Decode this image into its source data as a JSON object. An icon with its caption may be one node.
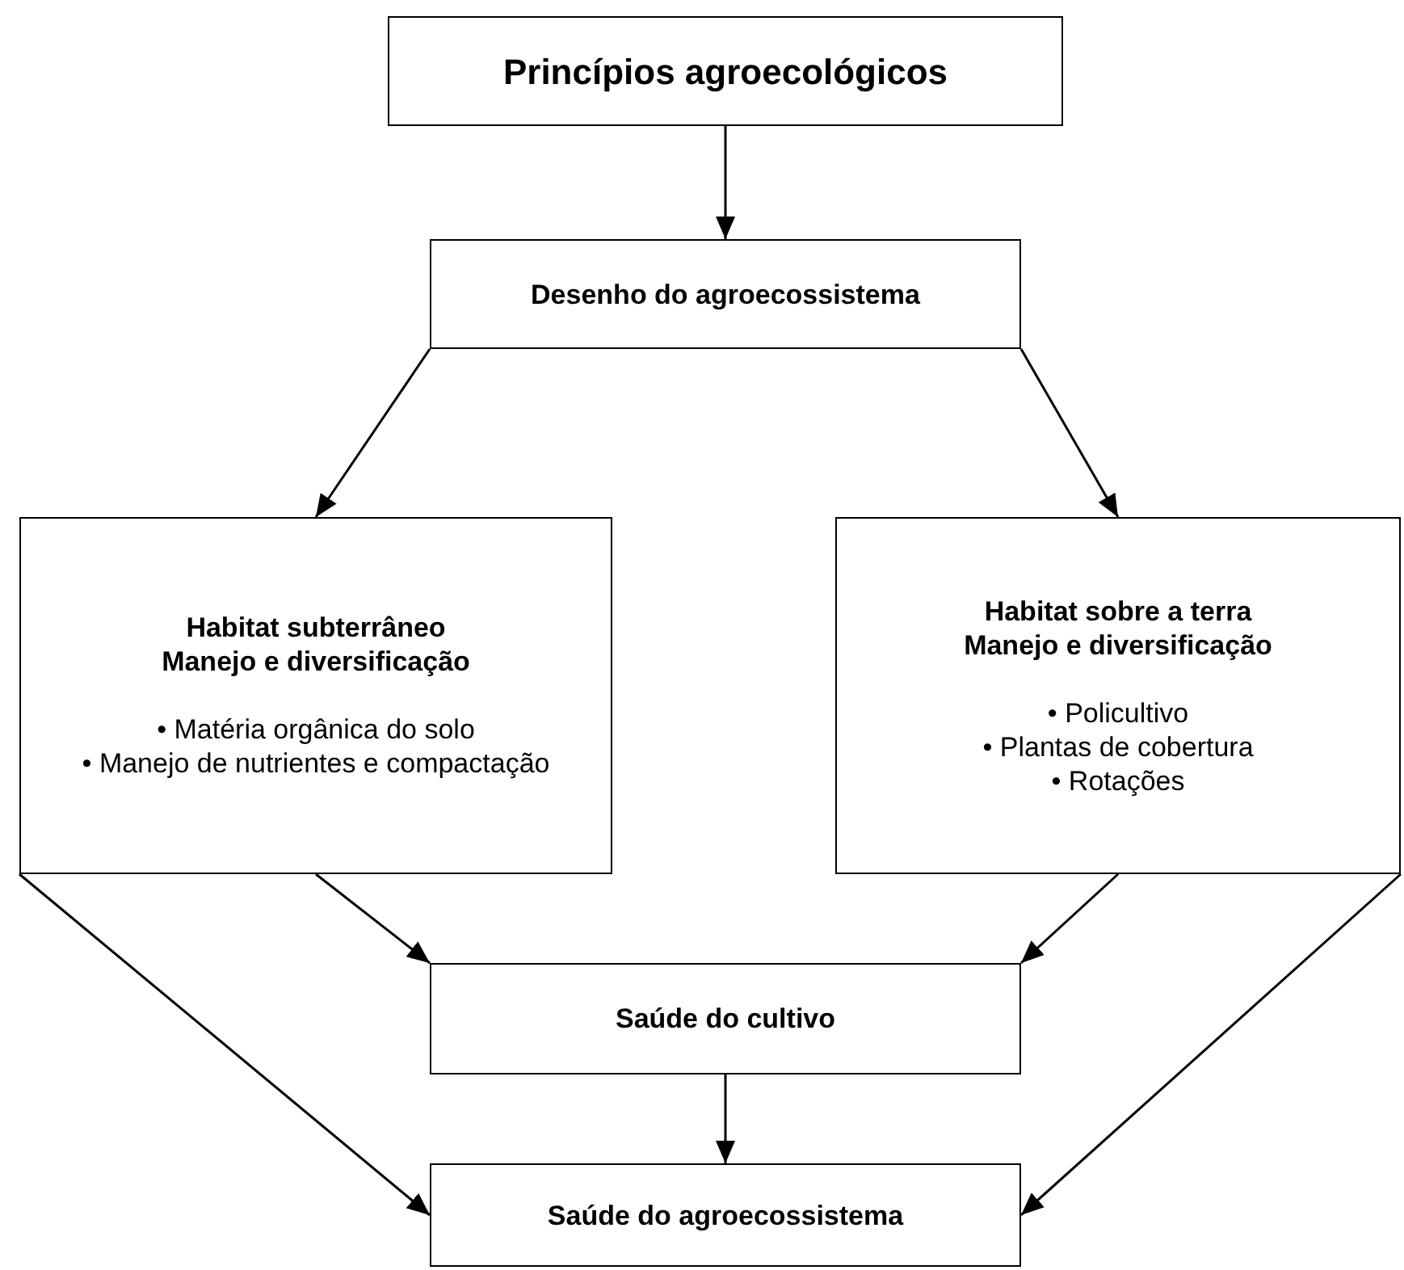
{
  "diagram": {
    "nodes": [
      {
        "text": [
          "Princípios agroecológicos"
        ]
      },
      {
        "text": [
          "Desenho do agroecossistema"
        ]
      },
      {
        "text": [
          "Habitat subterrâneo",
          "Manejo e diversificação",
          "• Matéria orgânica do solo",
          "• Manejo de nutrientes e compactação"
        ]
      },
      {
        "text": [
          "Habitat sobre a terra",
          "Manejo e diversificação",
          "• Policultivo",
          "• Plantas de cobertura",
          "• Rotações"
        ]
      },
      {
        "text": [
          "Saúde do cultivo"
        ]
      },
      {
        "text": [
          "Saúde do agroecossistema"
        ]
      }
    ],
    "edges": [
      {
        "from": 0,
        "to": 1,
        "arrow": "to"
      },
      {
        "from": 1,
        "to": 2,
        "arrow": "to"
      },
      {
        "from": 1,
        "to": 3,
        "arrow": "to"
      },
      {
        "from": 2,
        "to": 4,
        "arrow": "to"
      },
      {
        "from": 3,
        "to": 4,
        "arrow": "to"
      },
      {
        "from": 4,
        "to": 5,
        "arrow": "to"
      },
      {
        "from": 2,
        "to": 5,
        "arrow": "to"
      },
      {
        "from": 3,
        "to": 5,
        "arrow": "to"
      }
    ]
  }
}
